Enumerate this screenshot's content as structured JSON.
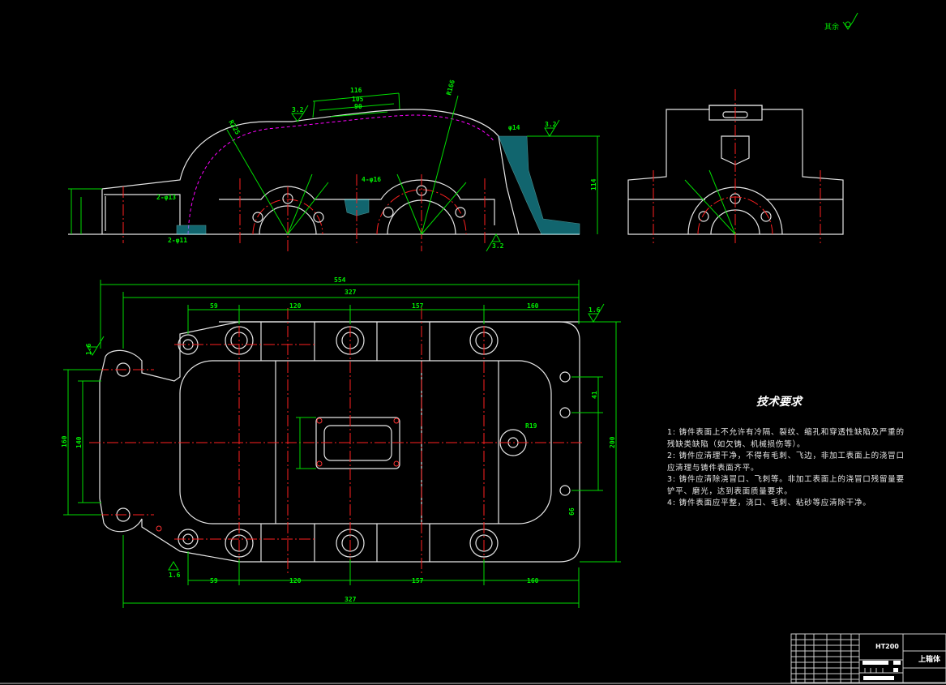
{
  "drawing": {
    "surface_note": "其余",
    "tech_requirements": {
      "title": "技术要求",
      "items": [
        "1: 铸件表面上不允许有冷隔、裂纹、缩孔和穿透性缺陷及严重的残缺类缺陷（如欠铸、机械损伤等）。",
        "2: 铸件应清理干净，不得有毛刺、飞边，非加工表面上的浇冒口应清理与铸件表面齐平。",
        "3: 铸件应清除浇冒口、飞刺等。非加工表面上的浇冒口残留量要铲平、磨光，达到表面质量要求。",
        "4: 铸件表面应平整，浇口、毛刺、粘砂等应清除干净。"
      ]
    },
    "title_block": {
      "part_name": "上箱体",
      "material": "HT200"
    },
    "dimensions": {
      "overall_length": "554",
      "length_327_top": "327",
      "length_327_bottom": "327",
      "seg1": "59",
      "seg2": "120",
      "seg3": "157",
      "seg4": "160",
      "height_114": "114",
      "roughness_top": "3.2",
      "roughness_right": "3.2",
      "roughness_bottom": "3.2",
      "roughness_plan_top": "1.6",
      "roughness_plan_left": "1.6",
      "roughness_plan_bottom": "1.6",
      "top_116": "116",
      "top_105": "105",
      "top_90": "90",
      "r225": "R225",
      "r166": "R166",
      "phi14": "φ14",
      "hole_4": "4-φ16",
      "hole_2": "2-φ13",
      "hole_2b": "2-φ11",
      "plan_r19": "R19",
      "plan_140": "140",
      "plan_160": "160",
      "plan_200": "200",
      "plan_41": "41",
      "plan_66": "66"
    }
  }
}
